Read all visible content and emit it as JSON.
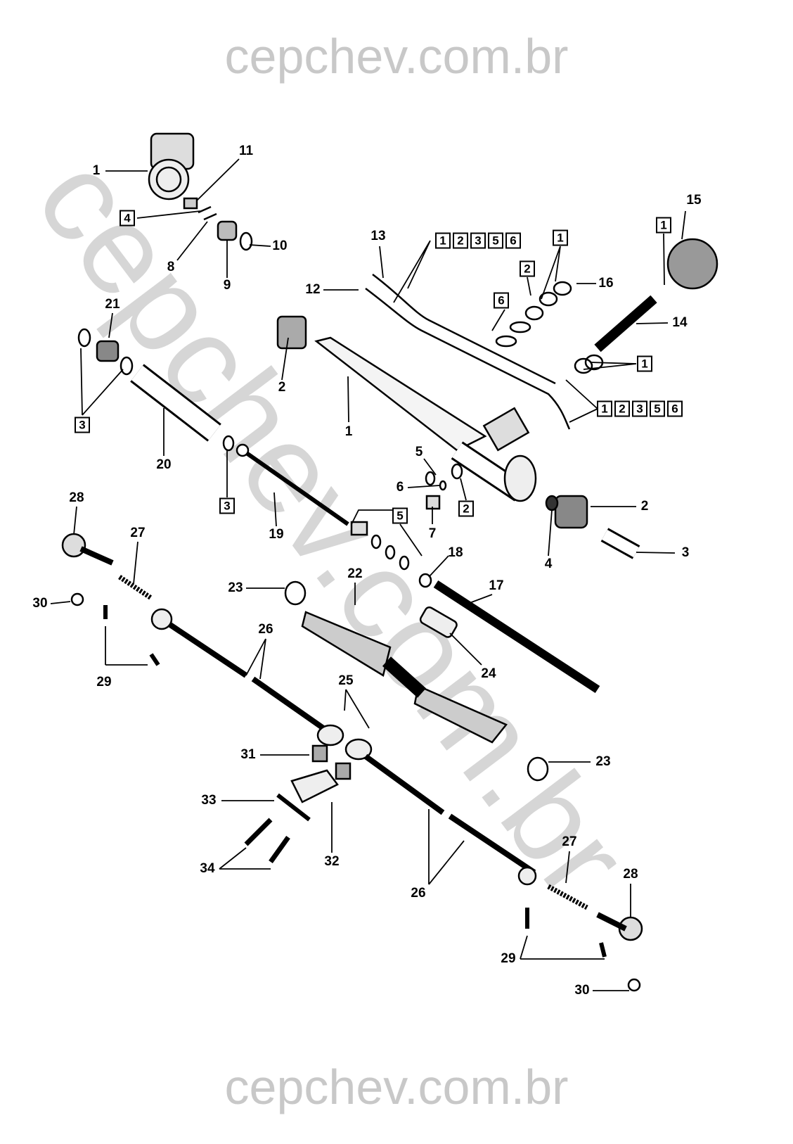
{
  "watermark": {
    "top": "cepchev.com.br",
    "bottom": "cepchev.com.br",
    "diagonal": "cepchev.com.br"
  },
  "callouts": [
    "1",
    "11",
    "4",
    "8",
    "9",
    "10",
    "13",
    "12356",
    "1",
    "2",
    "16",
    "6",
    "12",
    "1",
    "15",
    "14",
    "1",
    "12356",
    "21",
    "2",
    "1",
    "3",
    "20",
    "3",
    "19",
    "5",
    "5",
    "6",
    "2",
    "7",
    "2",
    "4",
    "3",
    "18",
    "28",
    "27",
    "30",
    "23",
    "22",
    "17",
    "26",
    "29",
    "24",
    "25",
    "31",
    "23",
    "33",
    "32",
    "34",
    "27",
    "28",
    "26",
    "29",
    "30"
  ]
}
